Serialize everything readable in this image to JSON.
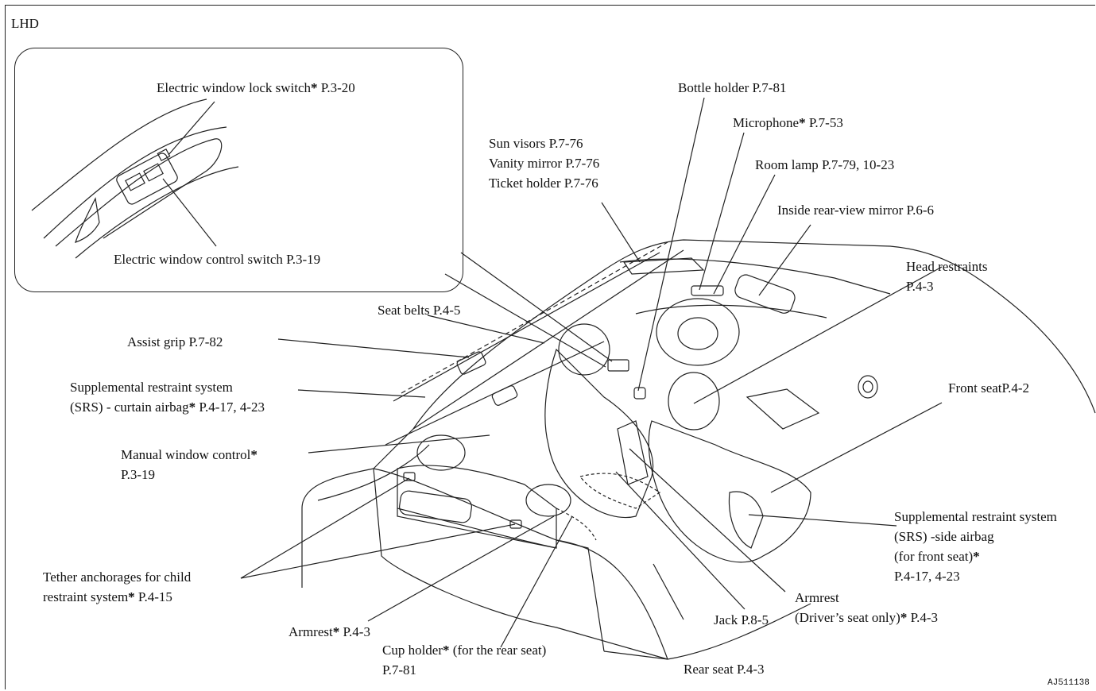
{
  "header": {
    "title": "LHD"
  },
  "figure_code": "AJ511138",
  "inset": {
    "lock_switch": "Electric window lock switch",
    "lock_switch_ref": "P.3-20",
    "control_switch": "Electric window control switch P.3-19"
  },
  "labels": {
    "bottle_holder": "Bottle holder P.7-81",
    "microphone": "Microphone",
    "microphone_ref": "P.7-53",
    "sun_visors": "Sun visors P.7-76",
    "vanity_mirror": "Vanity mirror P.7-76",
    "ticket_holder": "Ticket holder P.7-76",
    "room_lamp": "Room lamp P.7-79, 10-23",
    "inside_mirror": "Inside rear-view mirror P.6-6",
    "head_restraints": "Head restraints",
    "head_restraints_ref": "P.4-3",
    "seat_belts": "Seat belts P.4-5",
    "assist_grip": "Assist grip P.7-82",
    "srs_curtain_1": "Supplemental restraint system",
    "srs_curtain_2": "(SRS) - curtain airbag",
    "srs_curtain_ref": "P.4-17, 4-23",
    "front_seat": "Front seatP.4-2",
    "manual_window": "Manual window control",
    "manual_window_ref": "P.3-19",
    "srs_side_1": "Supplemental restraint system",
    "srs_side_2": "(SRS) -side airbag",
    "srs_side_3": "(for front seat)",
    "srs_side_ref": "P.4-17, 4-23",
    "tether_1": "Tether anchorages for child",
    "tether_2": "restraint system",
    "tether_ref": "P.4-15",
    "armrest_driver_1": "Armrest",
    "armrest_driver_2": "(Driver’s seat only)",
    "armrest_driver_ref": "P.4-3",
    "armrest_rear": "Armrest",
    "armrest_rear_ref": "P.4-3",
    "jack": "Jack P.8-5",
    "cup_holder": "Cup holder",
    "cup_holder_suffix": "(for the rear seat)",
    "cup_holder_ref": "P.7-81",
    "rear_seat": "Rear seat P.4-3",
    "asterisk": "*"
  }
}
